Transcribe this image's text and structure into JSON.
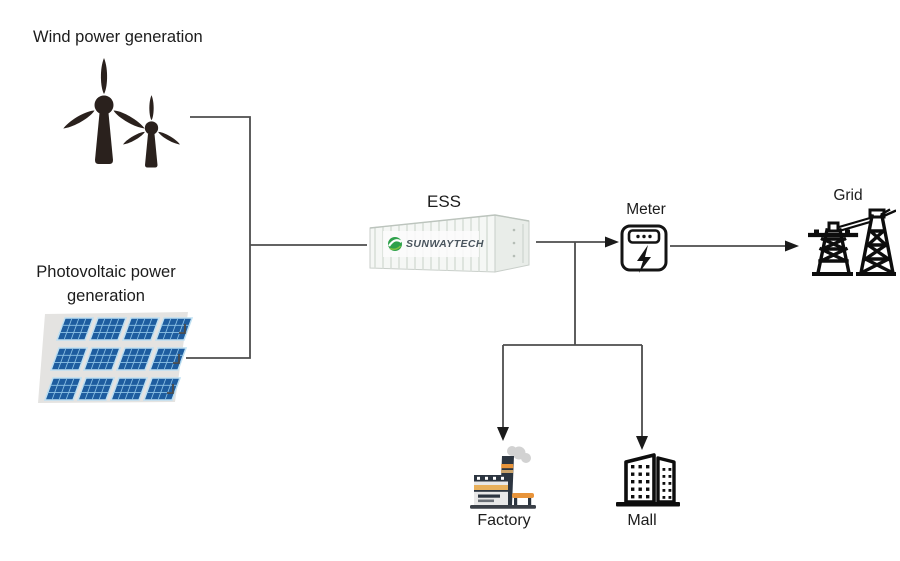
{
  "diagram": {
    "nodes": {
      "wind": {
        "label": "Wind power generation"
      },
      "pv": {
        "label_line1": "Photovoltaic power",
        "label_line2": "generation"
      },
      "ess": {
        "label": "ESS",
        "brand": "SUNWAYTECH"
      },
      "meter": {
        "label": "Meter"
      },
      "grid": {
        "label": "Grid"
      },
      "factory": {
        "label": "Factory"
      },
      "mall": {
        "label": "Mall"
      }
    },
    "connections": [
      {
        "from": "wind",
        "to": "ess",
        "arrow": false
      },
      {
        "from": "pv",
        "to": "ess",
        "arrow": false
      },
      {
        "from": "ess",
        "to": "meter",
        "arrow": true
      },
      {
        "from": "meter",
        "to": "grid",
        "arrow": true
      },
      {
        "from": "ess_meter_line",
        "to": "factory",
        "arrow": true
      },
      {
        "from": "ess_meter_line",
        "to": "mall",
        "arrow": true
      }
    ],
    "colors": {
      "line": "#4d4d4d",
      "arrow": "#1a1a1a",
      "text": "#1c1c1c",
      "brand_green": "#2fa14b",
      "brand_text": "#4a555e",
      "panel_blue": "#1e5d9f",
      "turbine_dark": "#2a211d"
    }
  }
}
